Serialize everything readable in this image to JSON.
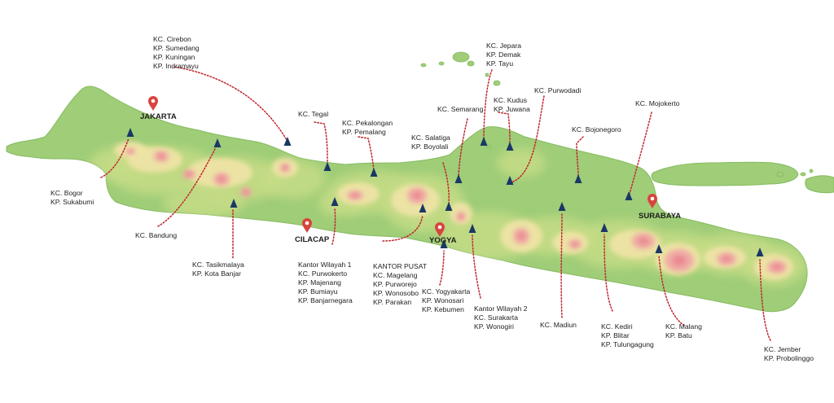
{
  "map": {
    "colors": {
      "land": "#9fcd78",
      "land_edge": "#86bb60",
      "hills": "#c6dc86",
      "highlands": "#efe3a6",
      "peaks": "#f0a6a6",
      "peak_core": "#e87b86",
      "leader": "#c0262d",
      "office_marker": "#1a3766",
      "city_pin": "#d9443e"
    },
    "icons": {
      "office": "triangle-office-icon",
      "city": "map-pin-icon"
    },
    "cities": [
      {
        "id": "jakarta",
        "name": "JAKARTA"
      },
      {
        "id": "cilacap",
        "name": "CILACAP"
      },
      {
        "id": "yogya",
        "name": "YOGYA"
      },
      {
        "id": "surabaya",
        "name": "SURABAYA"
      }
    ],
    "offices": [
      {
        "id": "cirebon",
        "lines": [
          "KC. Cirebon",
          "KP. Sumedang",
          "KP. Kuningan",
          "KP. Indramayu"
        ]
      },
      {
        "id": "bogor",
        "lines": [
          "KC. Bogor",
          "KP. Sukabumi"
        ]
      },
      {
        "id": "bandung",
        "lines": [
          "KC. Bandung"
        ]
      },
      {
        "id": "tasikmalaya",
        "lines": [
          "KC. Tasikmalaya",
          "KP. Kota Banjar"
        ]
      },
      {
        "id": "tegal",
        "lines": [
          "KC. Tegal"
        ]
      },
      {
        "id": "pekalongan",
        "lines": [
          "KC. Pekalongan",
          "KP. Pemalang"
        ]
      },
      {
        "id": "kanwil1",
        "lines": [
          "Kantor Wilayah 1",
          "KC. Purwokerto",
          "KP. Majenang",
          "KP. Bumiayu",
          "KP. Banjarnegara"
        ]
      },
      {
        "id": "salatiga",
        "lines": [
          "KC. Salatiga",
          "KP. Boyolali"
        ]
      },
      {
        "id": "semarang",
        "lines": [
          "KC. Semarang"
        ]
      },
      {
        "id": "kantorpusat",
        "lines": [
          "KANTOR PUSAT",
          "KC. Magelang",
          "KP. Purworejo",
          "KP. Wonosobo",
          "KP. Parakan"
        ]
      },
      {
        "id": "yogyakarta",
        "lines": [
          "KC. Yogyakarta",
          "KP. Wonosari",
          "KP. Kebumen"
        ]
      },
      {
        "id": "jepara",
        "lines": [
          "KC. Jepara",
          "KP. Demak",
          "KP. Tayu"
        ]
      },
      {
        "id": "kudus",
        "lines": [
          "KC. Kudus",
          "KP. Juwana"
        ]
      },
      {
        "id": "kanwil2",
        "lines": [
          "Kantor Wilayah 2",
          "KC. Surakarta",
          "KP. Wonogiri"
        ]
      },
      {
        "id": "purwodadi",
        "lines": [
          "KC. Purwodadi"
        ]
      },
      {
        "id": "bojonegoro",
        "lines": [
          "KC. Bojonegoro"
        ]
      },
      {
        "id": "madiun",
        "lines": [
          "KC. Madiun"
        ]
      },
      {
        "id": "mojokerto",
        "lines": [
          "KC. Mojokerto"
        ]
      },
      {
        "id": "kediri",
        "lines": [
          "KC. Kediri",
          "KP. Blitar",
          "KP. Tulungagung"
        ]
      },
      {
        "id": "malang",
        "lines": [
          "KC. Malang",
          "KP. Batu"
        ]
      },
      {
        "id": "jember",
        "lines": [
          "KC. Jember",
          "KP. Probolinggo"
        ]
      }
    ]
  }
}
